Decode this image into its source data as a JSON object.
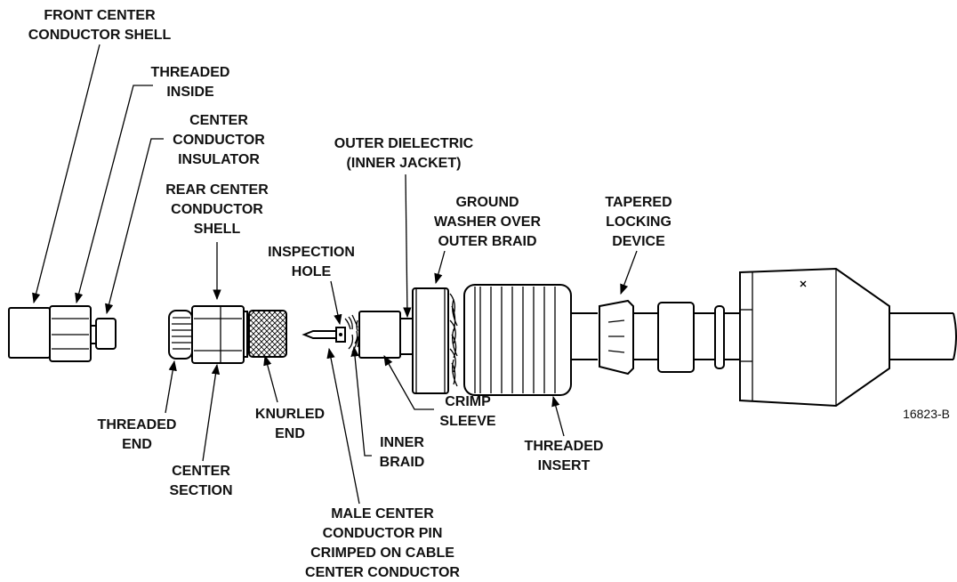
{
  "labels": {
    "front_center_conductor_shell": [
      "FRONT CENTER",
      "CONDUCTOR SHELL"
    ],
    "threaded_inside": [
      "THREADED",
      "INSIDE"
    ],
    "center_conductor_insulator": [
      "CENTER",
      "CONDUCTOR",
      "INSULATOR"
    ],
    "rear_center_conductor_shell": [
      "REAR CENTER",
      "CONDUCTOR",
      "SHELL"
    ],
    "inspection_hole": [
      "INSPECTION",
      "HOLE"
    ],
    "outer_dielectric": [
      "OUTER DIELECTRIC",
      "(INNER JACKET)"
    ],
    "ground_washer": [
      "GROUND",
      "WASHER OVER",
      "OUTER BRAID"
    ],
    "tapered_locking_device": [
      "TAPERED",
      "LOCKING",
      "DEVICE"
    ],
    "threaded_end": [
      "THREADED",
      "END"
    ],
    "knurled_end": [
      "KNURLED",
      "END"
    ],
    "center_section": [
      "CENTER",
      "SECTION"
    ],
    "crimp_sleeve": [
      "CRIMP",
      "SLEEVE"
    ],
    "inner_braid": [
      "INNER",
      "BRAID"
    ],
    "threaded_insert": [
      "THREADED",
      "INSERT"
    ],
    "male_center_conductor_pin": [
      "MALE CENTER",
      "CONDUCTOR PIN",
      "CRIMPED ON CABLE",
      "CENTER CONDUCTOR"
    ]
  },
  "figure_code": "16823-B"
}
